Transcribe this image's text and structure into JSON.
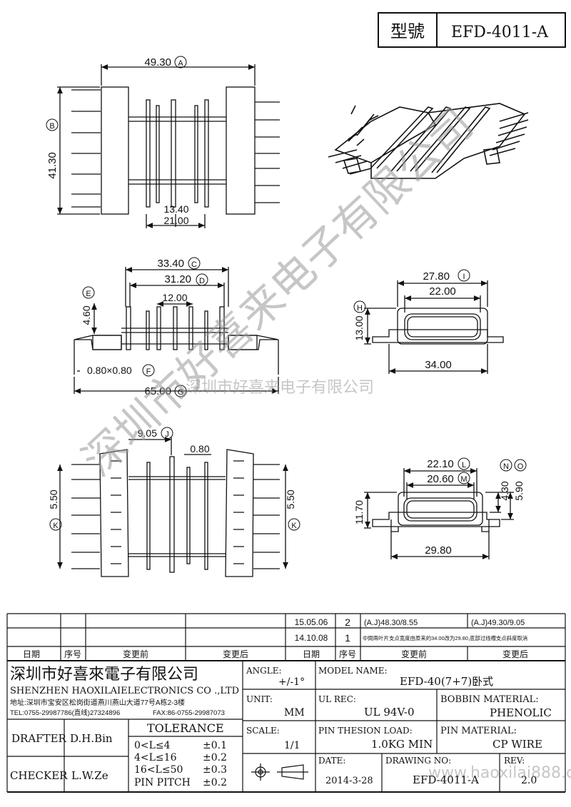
{
  "model_box": {
    "label": "型號",
    "value": "EFD-4011-A"
  },
  "dims": {
    "top_width": "49.30",
    "top_width_tag": "A",
    "top_height": "41.30",
    "top_height_tag": "B",
    "top_inner": "13.40",
    "top_base": "21.00",
    "side_c": "33.40",
    "side_c_tag": "C",
    "side_d": "31.20",
    "side_d_tag": "D",
    "side_inner": "12.00",
    "side_e": "4.60",
    "side_e_tag": "E",
    "side_f": "0.80×0.80",
    "side_f_tag": "F",
    "side_g": "65.00",
    "side_g_tag": "G",
    "end_i": "27.80",
    "end_i_tag": "I",
    "end_inner": "22.00",
    "end_h": "13.00",
    "end_h_tag": "H",
    "end_base": "34.00",
    "bot_j": "9.05",
    "bot_j_tag": "J",
    "bot_slot": "0.80",
    "bot_k_left": "5.50",
    "bot_k_right": "5.50",
    "bot_k_tag": "K",
    "end2_l": "22.10",
    "end2_l_tag": "L",
    "end2_m": "20.60",
    "end2_m_tag": "M",
    "end2_n": "4.30",
    "end2_n_tag": "N",
    "end2_o": "5.90",
    "end2_o_tag": "O",
    "end2_h": "11.70",
    "end2_base": "29.80"
  },
  "revisions": {
    "rows": [
      {
        "date": "15.05.06",
        "no": "2",
        "before": "(A.J)48.30/8.55",
        "after": "(A.J)49.30/9.05"
      },
      {
        "date": "14.10.08",
        "no": "1",
        "before": "中間兩叶片支点宽度由原来的34.00改为29.80,底部过线槽支点斜度取消",
        "after": ""
      }
    ],
    "header": {
      "date": "日期",
      "no": "序号",
      "before": "变更前",
      "after": "变更后"
    }
  },
  "title_block": {
    "company_cn": "深圳市好喜來電子有限公司",
    "company_en": "SHENZHEN HAOXILAIELECTRONICS CO .,LTD",
    "address": "地址:深圳市宝安区松岗街道燕川燕山大道77号A栋2-3楼",
    "tel": "TEL:0755-29987786(直线)27324896",
    "fax": "FAX:86-0755-29987073",
    "angle_label": "ANGLE:",
    "angle_value": "+/-1°",
    "model_label": "MODEL NAME:",
    "model_value": "EFD-40(7+7)卧式",
    "unit_label": "UNIT:",
    "unit_value": "MM",
    "ul_label": "UL REC:",
    "ul_value": "UL 94V-0",
    "bobbin_label": "BOBBIN MATERIAL:",
    "bobbin_value": "PHENOLIC",
    "drafter_label": "DRAFTER",
    "drafter_value": "D.H.Bin",
    "tolerance_label": "TOLERANCE",
    "tol_rows": [
      {
        "range": "0<L≤4",
        "value": "±0.1"
      },
      {
        "range": "4<L≤16",
        "value": "±0.2"
      },
      {
        "range": "16<L≤50",
        "value": "±0.3"
      },
      {
        "range": "PIN PITCH",
        "value": "±0.2"
      }
    ],
    "scale_label": "SCALE:",
    "scale_value": "1/1",
    "pin_load_label": "PIN THESION LOAD:",
    "pin_load_value": "1.0KG MIN",
    "pin_mat_label": "PIN MATERIAL:",
    "pin_mat_value": "CP WIRE",
    "checker_label": "CHECKER",
    "checker_value": "L.W.Ze",
    "date_label": "DATE:",
    "date_value": "2014-3-28",
    "drawing_label": "DRAWING NO:",
    "drawing_value": "EFD-4011-A",
    "rev_label": "REV:",
    "rev_value": "2.0"
  },
  "watermark": {
    "diagonal": "深圳市好喜来电子有限公司",
    "horizontal": "深圳市好喜来电子有限公司",
    "url": "www.haoxilai888.com"
  }
}
